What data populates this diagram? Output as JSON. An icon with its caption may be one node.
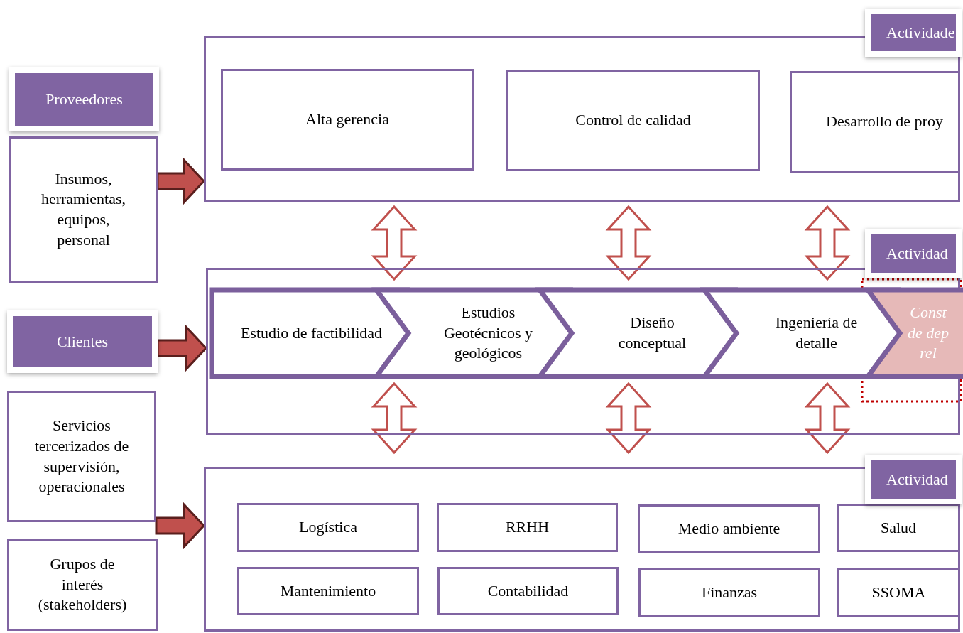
{
  "diagram": {
    "nodes": [
      {
        "text": [
          "Proveedores"
        ]
      },
      {
        "text": [
          "Insumos, herramientas, equipos, personal"
        ]
      },
      {
        "text": [
          "Clientes"
        ]
      },
      {
        "text": [
          "Servicios tercerizados de supervisión, operacionales"
        ]
      },
      {
        "text": [
          "Grupos de interés (stakeholders)"
        ]
      },
      {
        "text": [],
        "shape": "box"
      },
      {
        "text": [
          "Actividade"
        ]
      },
      {
        "text": [
          "Alta gerencia"
        ],
        "in": 5
      },
      {
        "text": [
          "Control de calidad"
        ],
        "in": 5
      },
      {
        "text": [
          "Desarrollo de proy"
        ],
        "in": 5
      },
      {
        "text": [],
        "shape": "box"
      },
      {
        "text": [
          "Actividad"
        ]
      },
      {
        "text": [
          "Estudio de factibilidad"
        ],
        "in": 10
      },
      {
        "text": [
          "Estudios Geotécnicos y geológicos"
        ],
        "in": 10
      },
      {
        "text": [
          "Diseño conceptual"
        ],
        "in": 10
      },
      {
        "text": [
          "Ingeniería de detalle"
        ],
        "in": 10
      },
      {
        "text": [
          "Const de dep rel"
        ],
        "in": 10
      },
      {
        "text": [],
        "shape": "box"
      },
      {
        "text": [
          "Actividad"
        ]
      },
      {
        "text": [
          "Logística"
        ],
        "in": 17
      },
      {
        "text": [
          "RRHH"
        ],
        "in": 17
      },
      {
        "text": [
          "Medio ambiente"
        ],
        "in": 17
      },
      {
        "text": [
          "Salud"
        ],
        "in": 17
      },
      {
        "text": [
          "Mantenimiento"
        ],
        "in": 17
      },
      {
        "text": [
          "Contabilidad"
        ],
        "in": 17
      },
      {
        "text": [
          "Finanzas"
        ],
        "in": 17
      },
      {
        "text": [
          "SSOMA"
        ],
        "in": 17
      }
    ],
    "edges": [
      {
        "from": 1,
        "to": 5,
        "arrow": "to"
      },
      {
        "from": 2,
        "to": 10,
        "arrow": "to"
      },
      {
        "from": 3,
        "to": 17,
        "arrow": "to"
      },
      {
        "from": 5,
        "to": 10,
        "arrow": "both"
      },
      {
        "from": 5,
        "to": 10,
        "arrow": "both"
      },
      {
        "from": 5,
        "to": 10,
        "arrow": "both"
      },
      {
        "from": 10,
        "to": 17,
        "arrow": "both"
      },
      {
        "from": 10,
        "to": 17,
        "arrow": "both"
      },
      {
        "from": 10,
        "to": 17,
        "arrow": "both"
      }
    ]
  }
}
